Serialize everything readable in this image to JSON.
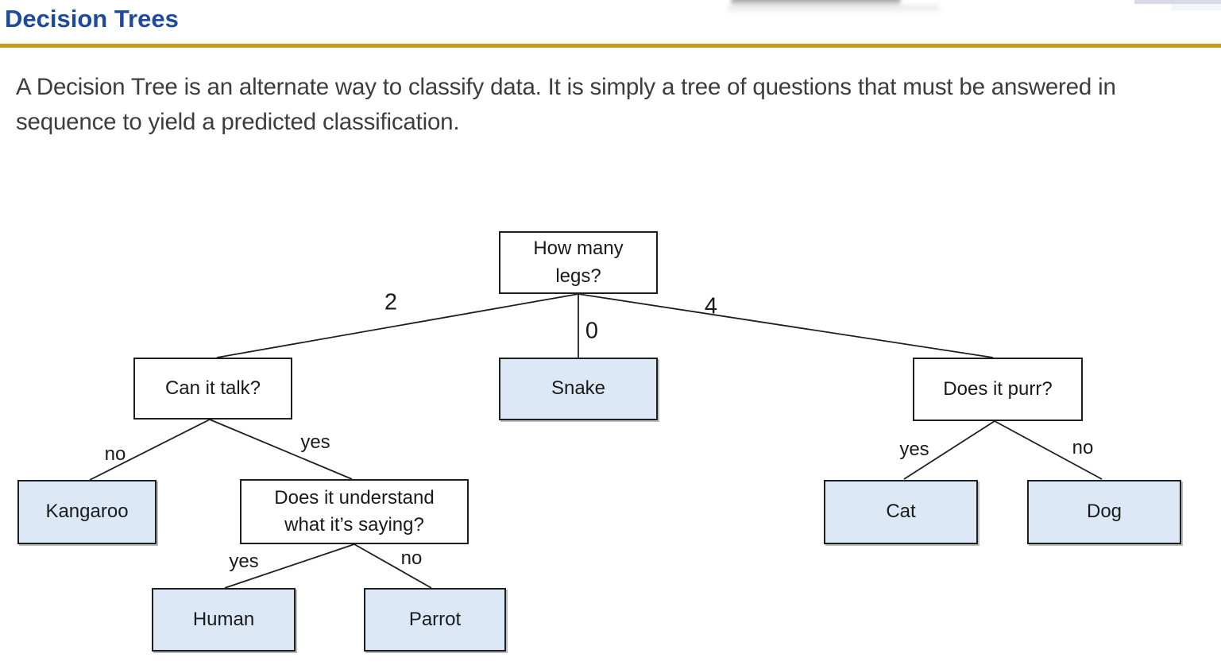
{
  "header": {
    "title": "Decision Trees"
  },
  "intro": {
    "text": "A Decision Tree is an alternate way to classify data. It is simply a tree of questions that must be answered in sequence to yield a predicted classification."
  },
  "tree": {
    "nodes": {
      "root": {
        "label": "How many legs?",
        "type": "question"
      },
      "talk": {
        "label": "Can it talk?",
        "type": "question"
      },
      "snake": {
        "label": "Snake",
        "type": "leaf"
      },
      "purr": {
        "label": "Does it purr?",
        "type": "question"
      },
      "kangaroo": {
        "label": "Kangaroo",
        "type": "leaf"
      },
      "understand": {
        "label": "Does it understand what it’s saying?",
        "type": "question"
      },
      "human": {
        "label": "Human",
        "type": "leaf"
      },
      "parrot": {
        "label": "Parrot",
        "type": "leaf"
      },
      "cat": {
        "label": "Cat",
        "type": "leaf"
      },
      "dog": {
        "label": "Dog",
        "type": "leaf"
      }
    },
    "edges": {
      "root_to_talk": "2",
      "root_to_snake": "0",
      "root_to_purr": "4",
      "talk_no": "no",
      "talk_yes": "yes",
      "understand_yes": "yes",
      "understand_no": "no",
      "purr_yes": "yes",
      "purr_no": "no"
    }
  },
  "colors": {
    "title_blue": "#1c4a9c",
    "rule_gold": "#c7991f",
    "leaf_fill": "#dce8f5",
    "box_border": "#1f1f1f",
    "line": "#1f1f1f"
  }
}
